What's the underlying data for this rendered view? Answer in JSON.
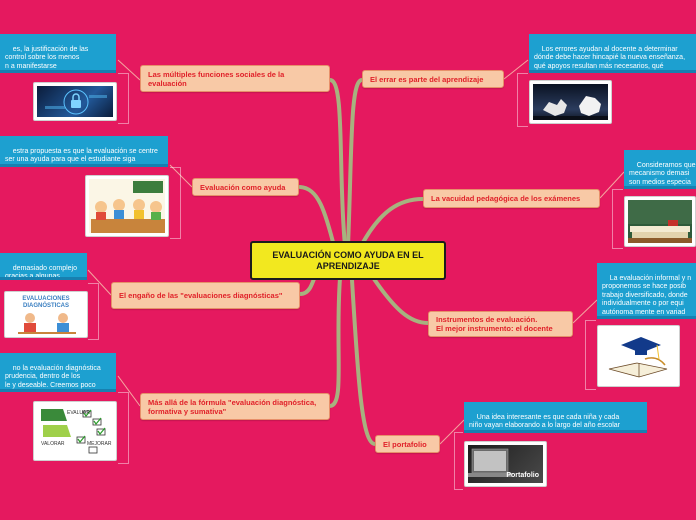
{
  "central_topic": "EVALUACIÓN COMO AYUDA EN EL APRENDIZAJE",
  "topics": {
    "funciones": "Las múltiples funciones sociales de la evaluación",
    "ayuda": "Evaluación como ayuda",
    "engano": "El engaño de las \"evaluaciones diagnósticas\"",
    "formula": "Más allá de la fórmula \"evaluación diagnóstica, formativa y sumativa\"",
    "errar": "El errar es parte del aprendizaje",
    "vacuidad": "La vacuidad pedagógica de los exámenes",
    "instrumentos": "Instrumentos de evaluación.\nEl mejor instrumento: el docente",
    "portafolio": "El portafolio"
  },
  "notes": {
    "funciones": "es, la justificación de las\ncontrol sobre los menos\nn a manifestarse\nn este momento.",
    "ayuda": "estra propuesta es que la evaluación se centre\nser una ayuda para que el estudiante siga\nendiendo mejor.",
    "engano": "demasiado complejo\ngracias a algunas",
    "formula": "no la evaluación diagnóstica\nprudencia, dentro de los\nle y deseable. Creemos poco\neciales para \"diagnosticar\".",
    "errar": "Los errores ayudan al docente a determinar\ndónde debe hacer hincapié la nueva enseñanza,\nqué apoyos resultan más necesarios, qué\nreorientaciones es conveniente realizar.",
    "vacuidad": "Consideramos que\nmecanismo demasi\nson medios especia\nespeciales.",
    "instrumentos": "La evaluación informal y n\nproponemos se hace posib\ntrabajo diversificado, donde\nindividualmente o por equi\nautónoma mente en variad\nforma organizada y respon",
    "portafolio": "Una idea interesante es que cada niña y cada\nniño vayan elaborando a lo largo del año escolar\nsu portafolio."
  },
  "image_texts": {
    "diagnosticas": "EVALUACIONES DIAGNÓSTICAS",
    "evaluar": "EVALUAR",
    "valorar": "VALORAR",
    "mejorar": "MEJORAR",
    "portafolio": "Portafolio"
  },
  "colors": {
    "background": "#e5195f",
    "central": "#f2e81f",
    "topic_fill": "#f8c9a6",
    "topic_text": "#e0212a",
    "note_fill": "#1da0d0",
    "branch": "#a7b27f"
  }
}
